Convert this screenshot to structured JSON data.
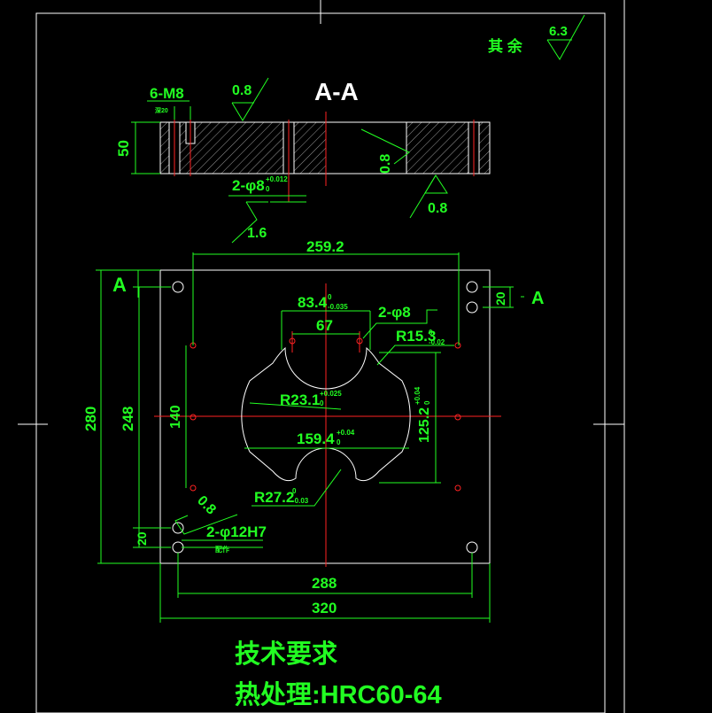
{
  "surface_mark": {
    "text": "其 余",
    "value": "6.3"
  },
  "section": {
    "title": "A-A"
  },
  "top_view": {
    "thread": "6-M8",
    "thread_depth": "深20",
    "roughness_top": "0.8",
    "roughness_right_side": "0.8",
    "roughness_bottom": "0.8",
    "roughness_pin": "1.6",
    "thickness": "50",
    "pin_holes": "2-φ8",
    "pin_tol_upper": "+0.012",
    "pin_tol_lower": "0"
  },
  "plan_view": {
    "width_288_holes": "259.2",
    "section_mark_left": "A",
    "section_mark_right": "A",
    "dim_20_top": "20",
    "cavity_width": "83.4",
    "cavity_width_tol_upper": "0",
    "cavity_width_tol_lower": "-0.035",
    "slot_spacing": "67",
    "holes_2_phi8": "2-φ8",
    "radius_small": "R15.3",
    "radius_small_tol_upper": "0",
    "radius_small_tol_lower": "-0.02",
    "radius_mid": "R23.1",
    "radius_mid_tol_upper": "+0.025",
    "radius_mid_tol_lower": "0",
    "height_140": "140",
    "height_125": "125.2",
    "height_125_tol_upper": "+0.04",
    "height_125_tol_lower": "0",
    "width_159": "159.4",
    "width_159_tol_upper": "+0.04",
    "width_159_tol_lower": "0",
    "radius_large": "R27.2",
    "radius_large_tol_upper": "0",
    "radius_large_tol_lower": "-0.03",
    "roughness_hole": "0.8",
    "dowel_holes": "2-φ12H7",
    "dowel_note": "配作",
    "dim_20_bottom": "20",
    "height_280": "280",
    "height_248": "248",
    "width_288": "288",
    "width_320": "320"
  },
  "notes": {
    "title": "技术要求",
    "heat_treatment": "热处理:HRC60-64"
  }
}
